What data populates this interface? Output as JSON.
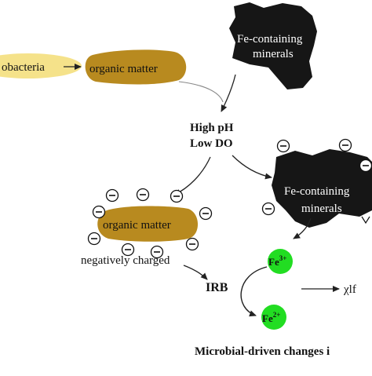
{
  "nodes": {
    "cyanobacteria": "obacteria",
    "organic_matter_top": "organic matter",
    "fe_minerals_top": [
      "Fe-containing",
      "minerals"
    ],
    "conditions": [
      "High pH",
      "Low DO"
    ],
    "organic_matter_bottom": "organic matter",
    "negatively_charged": "negatively charged",
    "fe_minerals_bottom": [
      "Fe-containing",
      "minerals"
    ],
    "irb": "IRB",
    "fe3": {
      "base": "Fe",
      "charge": "3+"
    },
    "fe2": {
      "base": "Fe",
      "charge": "2+"
    },
    "chi_lf": "χlf",
    "caption": "Microbial-driven changes i"
  },
  "colors": {
    "cyanobacteria_fill": "#f5e28a",
    "organic_matter_fill": "#b88a1f",
    "mineral_fill": "#161616",
    "ion_fill": "#22dd22",
    "arrow": "#222222"
  }
}
